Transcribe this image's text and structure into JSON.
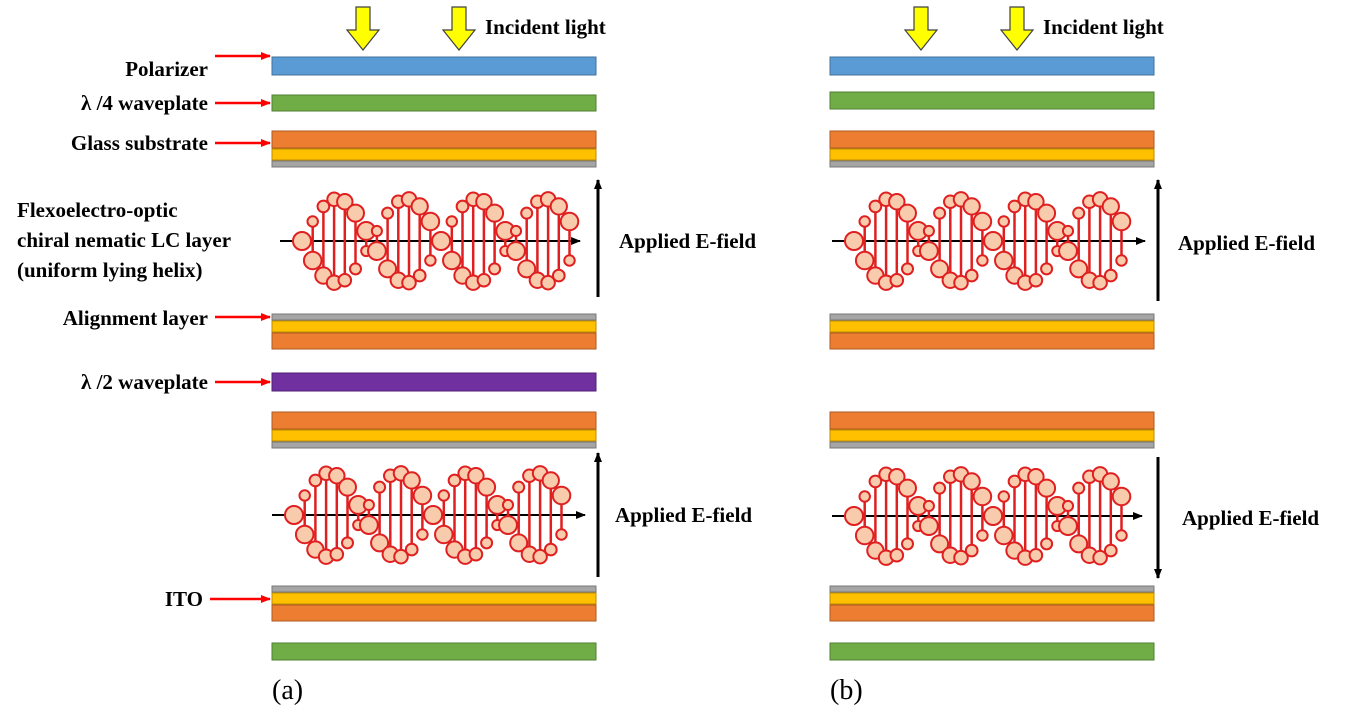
{
  "colors": {
    "polarizer": "#5b9bd5",
    "quarter_waveplate": "#70ad47",
    "half_waveplate": "#7030a0",
    "glass_substrate": "#ed7d31",
    "ito": "#ffc000",
    "alignment": "#a5a5a5",
    "lc_molecule": "#e02020",
    "lc_molecule_fill": "#f8cbad",
    "incident_arrow": "#ffff00",
    "pointer_arrow": "#ff0000"
  },
  "labels": {
    "incident_light": "Incident light",
    "polarizer": "Polarizer",
    "quarter_waveplate": "λ /4 waveplate",
    "glass_substrate": "Glass substrate",
    "lc_layer_line1": "Flexoelectro-optic",
    "lc_layer_line2": "chiral nematic LC layer",
    "lc_layer_line3": "(uniform lying helix)",
    "alignment_layer": "Alignment layer",
    "half_waveplate": "λ /2 waveplate",
    "ito": "ITO",
    "applied_e_field": "Applied E-field"
  },
  "panels": [
    {
      "caption": "(a)",
      "has_half_waveplate": true,
      "upper_field": "up",
      "lower_field": "up"
    },
    {
      "caption": "(b)",
      "has_half_waveplate": false,
      "upper_field": "up",
      "lower_field": "down"
    }
  ]
}
